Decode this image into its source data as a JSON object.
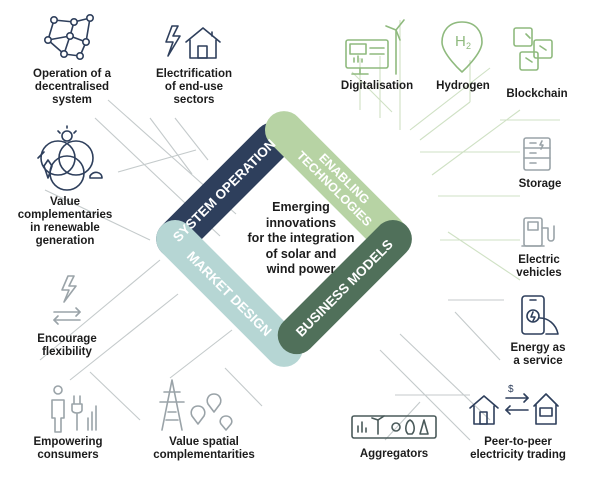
{
  "center_text": "Emerging\ninnovations\nfor the integration\nof solar and\nwind power",
  "bands": {
    "system_operation": "SYSTEM OPERATION",
    "enabling_technologies_line1": "ENABLING",
    "enabling_technologies_line2": "TECHNOLOGIES",
    "market_design": "MARKET DESIGN",
    "business_models": "BUSINESS MODELS"
  },
  "band_colors": {
    "system_operation": "#2e3f5c",
    "enabling_technologies": "#b7d3a4",
    "market_design": "#b6d6d4",
    "business_models": "#50705a"
  },
  "labels": {
    "decentralised": "Operation of a\ndecentralised\nsystem",
    "electrification": "Electrification\nof end-use\nsectors",
    "digitalisation": "Digitalisation",
    "hydrogen": "Hydrogen",
    "blockchain": "Blockchain",
    "value_complementaries": "Value\ncomplementaries\nin renewable\ngeneration",
    "storage": "Storage",
    "electric_vehicles": "Electric\nvehicles",
    "encourage_flexibility": "Encourage\nflexibility",
    "energy_as_service": "Energy as\na service",
    "empowering_consumers": "Empowering\nconsumers",
    "value_spatial": "Value spatial\ncomplementarities",
    "aggregators": "Aggregators",
    "peer_to_peer": "Peer-to-peer\nelectricity trading"
  },
  "icons": {
    "decentralised": "network-nodes-icon",
    "electrification": "lightning-house-icon",
    "digitalisation": "monitor-turbine-icon",
    "hydrogen": "h2-pin-icon",
    "blockchain": "blockchain-cubes-icon",
    "value_complementaries": "sun-wind-cycle-icon",
    "storage": "battery-storage-icon",
    "electric_vehicles": "ev-charger-icon",
    "encourage_flexibility": "lightning-arrows-icon",
    "energy_as_service": "phone-hand-icon",
    "empowering_consumers": "people-plug-icon",
    "value_spatial": "pylon-pins-icon",
    "aggregators": "aggregator-strip-icon",
    "peer_to_peer": "houses-exchange-icon"
  },
  "colors": {
    "icon_navy": "#2e3f5c",
    "icon_green": "#8fba7e",
    "icon_gray": "#9aa3a8",
    "icon_dark": "#4a5a5a",
    "line_gray": "#c4cacb",
    "line_green": "#cfe1c4"
  }
}
